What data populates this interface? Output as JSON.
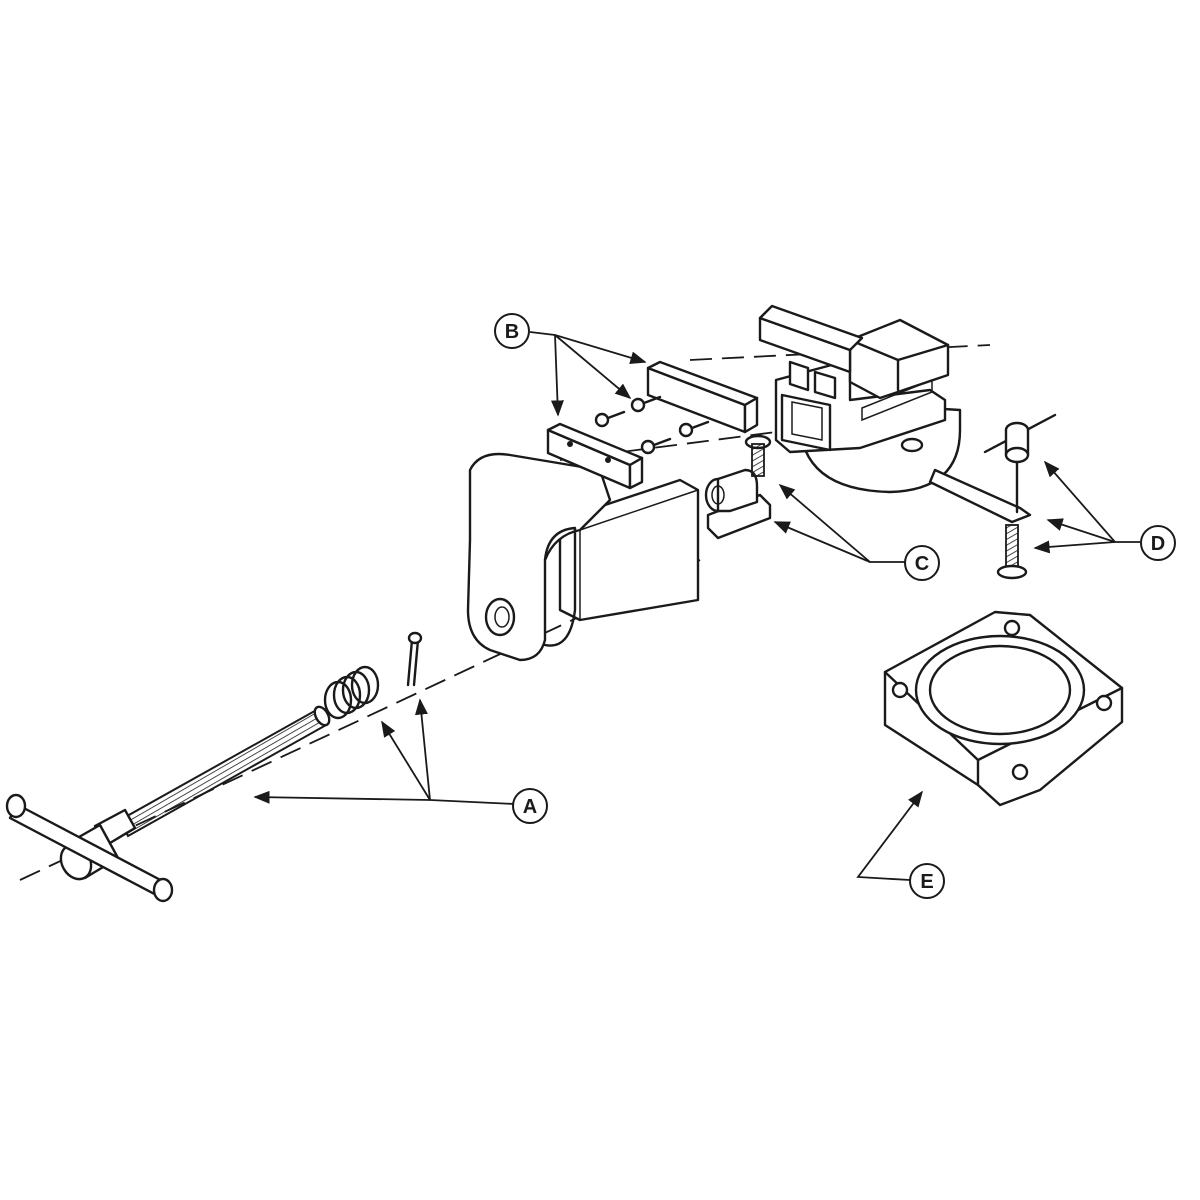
{
  "callouts": {
    "A": "A",
    "B": "B",
    "C": "C",
    "D": "D",
    "E": "E"
  },
  "parts": [
    {
      "id": "A",
      "components": [
        "handle-screw-assembly",
        "spring",
        "cotter-pin"
      ]
    },
    {
      "id": "B",
      "components": [
        "jaw-plate-front",
        "jaw-plate-rear",
        "jaw-screws"
      ]
    },
    {
      "id": "C",
      "components": [
        "nut-bracket",
        "nut-bolt"
      ]
    },
    {
      "id": "D",
      "components": [
        "lock-handle",
        "lock-plate",
        "lock-bolt"
      ]
    },
    {
      "id": "E",
      "components": [
        "swivel-base"
      ]
    }
  ],
  "colors": {
    "ink": "#1a1a1a",
    "paper": "#ffffff"
  }
}
